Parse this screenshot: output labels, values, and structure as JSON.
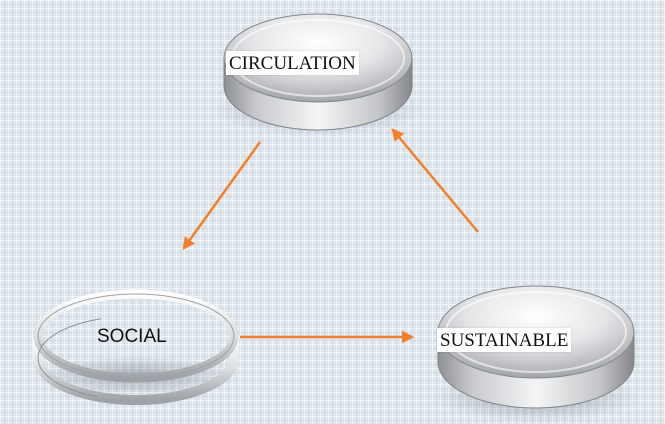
{
  "diagram": {
    "nodes": [
      {
        "id": "circulation",
        "label": "CIRCULATION",
        "style": "disc"
      },
      {
        "id": "social",
        "label": "SOCIAL",
        "style": "ring"
      },
      {
        "id": "sustainable",
        "label": "SUSTAINABLE",
        "style": "disc"
      }
    ],
    "edges": [
      {
        "from": "circulation",
        "to": "social"
      },
      {
        "from": "social",
        "to": "sustainable"
      },
      {
        "from": "sustainable",
        "to": "circulation"
      }
    ],
    "arrow_color": "#f07f2e"
  }
}
